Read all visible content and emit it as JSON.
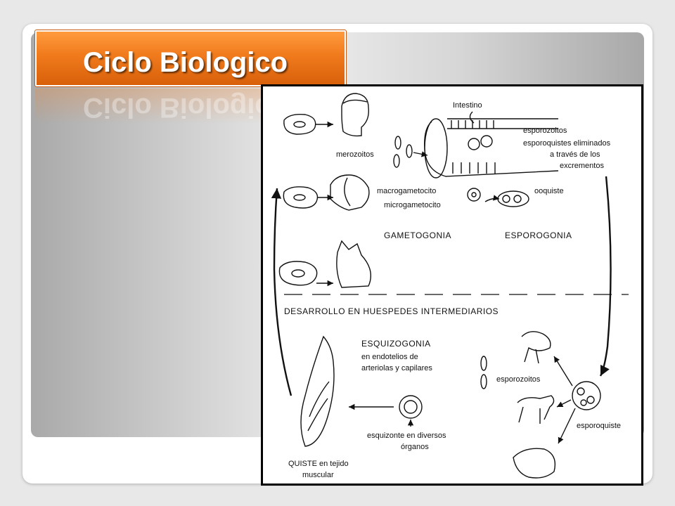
{
  "title": "Ciclo Biologico",
  "diagram": {
    "labels": {
      "intestino": "Intestino",
      "esporozoitos_top": "esporozoitos",
      "esporoquistes_line1": "esporoquistes eliminados",
      "esporoquistes_line2": "a través de los",
      "esporoquistes_line3": "excrementos",
      "merozoitos": "merozoitos",
      "macrogametocito": "macrogametocito",
      "microgametocito": "microgametocito",
      "ooquiste": "ooquiste",
      "gametogonia": "GAMETOGONIA",
      "esporogonia": "ESPOROGONIA",
      "desarrollo": "DESARROLLO EN HUESPEDES INTERMEDIARIOS",
      "esquizogonia_line1": "ESQUIZOGONIA",
      "esquizogonia_line2": "en endotelios de",
      "esquizogonia_line3": "arteriolas y capilares",
      "esporozoitos_bottom": "esporozoitos",
      "esporoquiste": "esporoquiste",
      "esquizonte_line1": "esquizonte en diversos",
      "esquizonte_line2": "órganos",
      "quiste_line1": "QUISTE en tejido",
      "quiste_line2": "muscular"
    }
  }
}
